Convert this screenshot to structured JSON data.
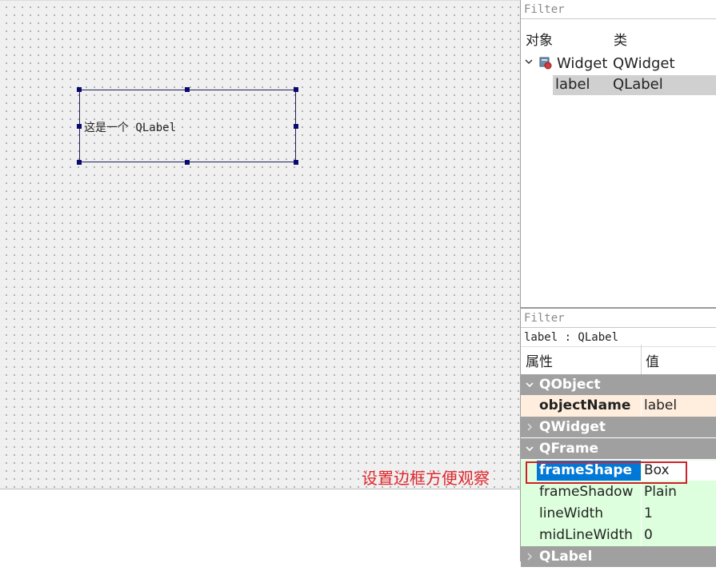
{
  "canvas": {
    "label_text": "这是一个 QLabel",
    "annotation": "设置边框方便观察"
  },
  "object_inspector": {
    "filter_placeholder": "Filter",
    "header_object": "对象",
    "header_class": "类",
    "rows": [
      {
        "name": "Widget",
        "class": "QWidget"
      },
      {
        "name": "label",
        "class": "QLabel"
      }
    ]
  },
  "property_editor": {
    "filter_placeholder": "Filter",
    "class_line": "label : QLabel",
    "header_property": "属性",
    "header_value": "值",
    "groups": {
      "qobject": "QObject",
      "qwidget": "QWidget",
      "qframe": "QFrame",
      "qlabel": "QLabel"
    },
    "props": {
      "objectName": {
        "name": "objectName",
        "value": "label"
      },
      "frameShape": {
        "name": "frameShape",
        "value": "Box"
      },
      "frameShadow": {
        "name": "frameShadow",
        "value": "Plain"
      },
      "lineWidth": {
        "name": "lineWidth",
        "value": "1"
      },
      "midLineWidth": {
        "name": "midLineWidth",
        "value": "0"
      }
    }
  },
  "colors": {
    "selection": "#0078d7",
    "annotation_red": "#e0262b",
    "group_gray": "#a0a0a0",
    "qobject_row": "#ffeedd",
    "qframe_row": "#ddffdd"
  }
}
